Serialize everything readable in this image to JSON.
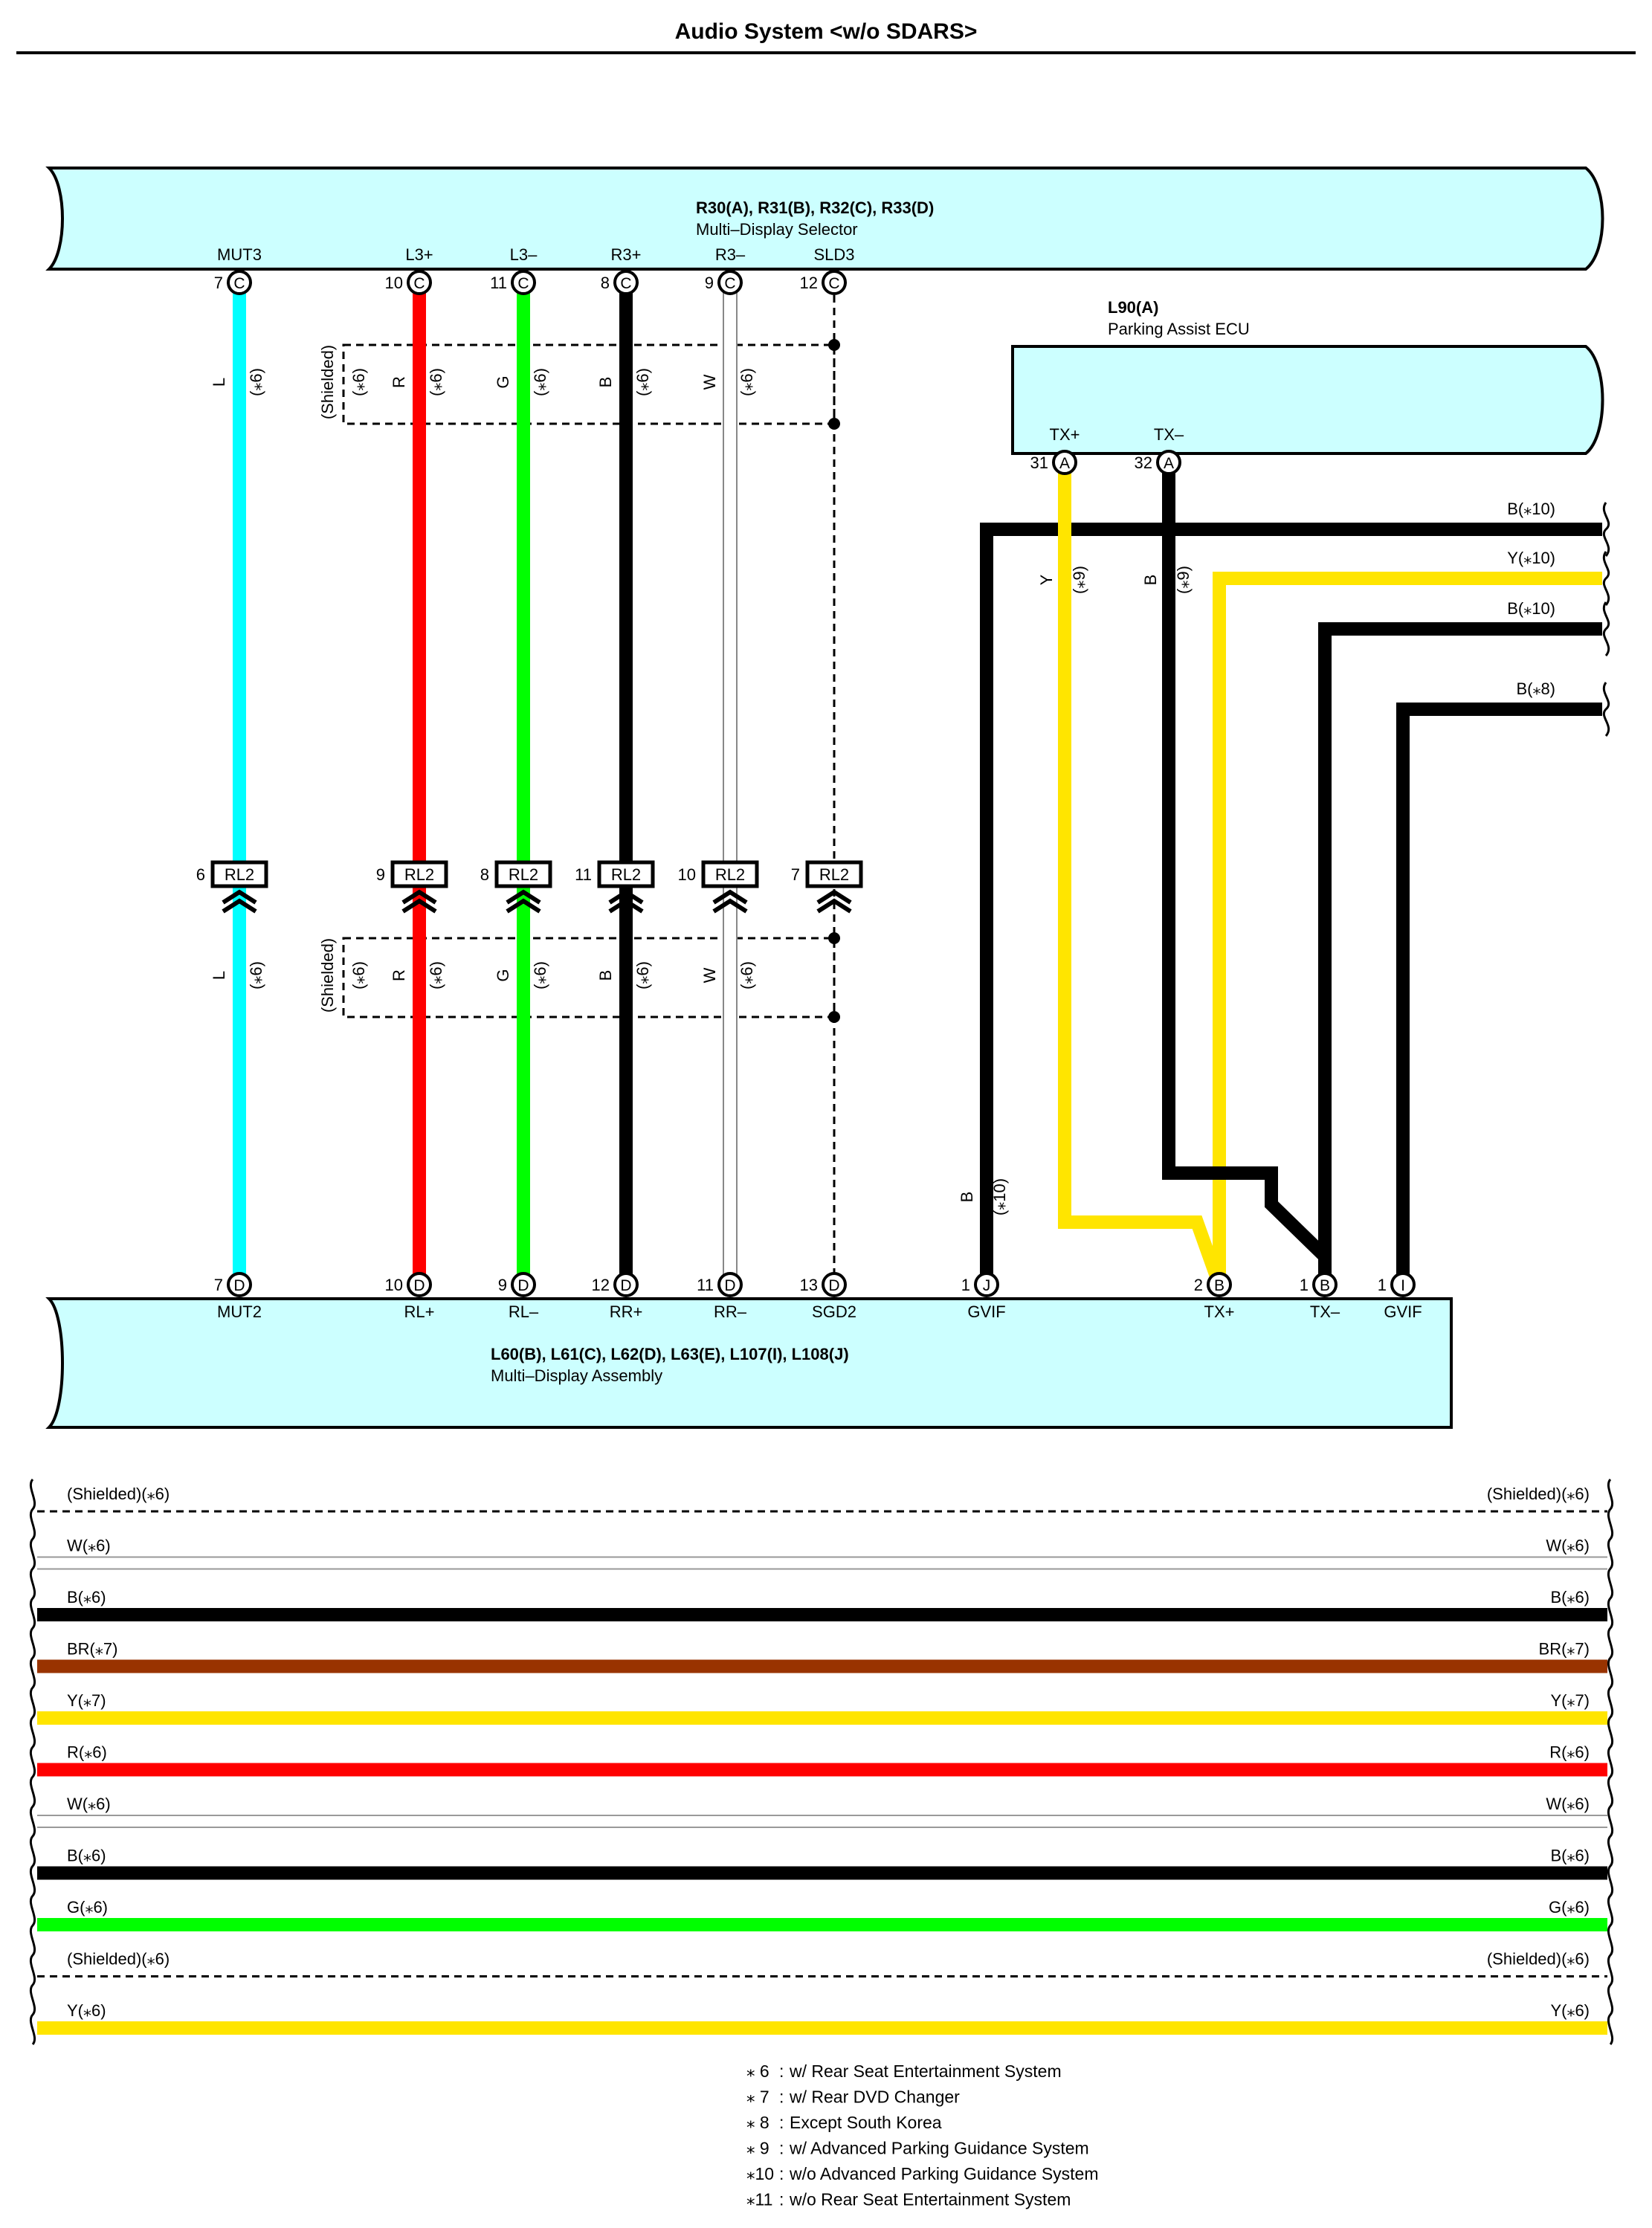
{
  "title": "Audio System <w/o SDARS>",
  "colors": {
    "component_fill": "#ccffff",
    "L": "#00ffff",
    "R": "#ff0000",
    "G": "#00ff00",
    "B": "#000000",
    "W": "#ffffff",
    "Y": "#ffe500",
    "BR": "#993300"
  },
  "selector": {
    "connectors": "R30(A), R31(B), R32(C), R33(D)",
    "name": "Multi–Display Selector",
    "pins": [
      {
        "num": "7",
        "letter": "C",
        "label": "MUT3"
      },
      {
        "num": "10",
        "letter": "C",
        "label": "L3+"
      },
      {
        "num": "11",
        "letter": "C",
        "label": "L3–"
      },
      {
        "num": "8",
        "letter": "C",
        "label": "R3+"
      },
      {
        "num": "9",
        "letter": "C",
        "label": "R3–"
      },
      {
        "num": "12",
        "letter": "C",
        "label": "SLD3"
      }
    ]
  },
  "parking_ecu": {
    "connector": "L90(A)",
    "name": "Parking Assist ECU",
    "pins": [
      {
        "num": "31",
        "letter": "A",
        "label": "TX+"
      },
      {
        "num": "32",
        "letter": "A",
        "label": "TX–"
      }
    ]
  },
  "assembly": {
    "connectors": "L60(B), L61(C), L62(D), L63(E), L107(I), L108(J)",
    "name": "Multi–Display Assembly",
    "pins": [
      {
        "num": "7",
        "letter": "D",
        "label": "MUT2"
      },
      {
        "num": "10",
        "letter": "D",
        "label": "RL+"
      },
      {
        "num": "9",
        "letter": "D",
        "label": "RL–"
      },
      {
        "num": "12",
        "letter": "D",
        "label": "RR+"
      },
      {
        "num": "11",
        "letter": "D",
        "label": "RR–"
      },
      {
        "num": "13",
        "letter": "D",
        "label": "SGD2"
      },
      {
        "num": "1",
        "letter": "J",
        "label": "GVIF"
      },
      {
        "num": "2",
        "letter": "B",
        "label": "TX+"
      },
      {
        "num": "1",
        "letter": "B",
        "label": "TX–"
      },
      {
        "num": "1",
        "letter": "I",
        "label": "GVIF"
      }
    ]
  },
  "junction": {
    "label": "RL2",
    "pins": [
      "6",
      "9",
      "8",
      "11",
      "10",
      "7"
    ]
  },
  "upper_wires": [
    {
      "color": "L",
      "note": "(⁎6)"
    },
    {
      "color": "R",
      "note": "(⁎6)"
    },
    {
      "color": "G",
      "note": "(⁎6)"
    },
    {
      "color": "B",
      "note": "(⁎6)"
    },
    {
      "color": "W",
      "note": "(⁎6)"
    }
  ],
  "shielded_label": "(Shielded)",
  "shielded_note": "(⁎6)",
  "right_wires": [
    {
      "color": "Y",
      "note": "(⁎9)"
    },
    {
      "color": "B",
      "note": "(⁎9)"
    },
    {
      "color": "B",
      "note": "(⁎10)"
    }
  ],
  "right_outputs": [
    {
      "label": "B(⁎10)"
    },
    {
      "label": "Y(⁎10)"
    },
    {
      "label": "B(⁎10)"
    },
    {
      "label": "B(⁎8)"
    }
  ],
  "continuation_wires": [
    {
      "label": "(Shielded)(⁎6)",
      "color": "shielded"
    },
    {
      "label": "W(⁎6)",
      "color": "W"
    },
    {
      "label": "B(⁎6)",
      "color": "B"
    },
    {
      "label": "BR(⁎7)",
      "color": "BR"
    },
    {
      "label": "Y(⁎7)",
      "color": "Y"
    },
    {
      "label": "R(⁎6)",
      "color": "R"
    },
    {
      "label": "W(⁎6)",
      "color": "W"
    },
    {
      "label": "B(⁎6)",
      "color": "B"
    },
    {
      "label": "G(⁎6)",
      "color": "G"
    },
    {
      "label": "(Shielded)(⁎6)",
      "color": "shielded"
    },
    {
      "label": "Y(⁎6)",
      "color": "Y"
    }
  ],
  "legend": [
    {
      "mark": "⁎ 6",
      "text": "w/ Rear Seat Entertainment System"
    },
    {
      "mark": "⁎ 7",
      "text": "w/ Rear DVD Changer"
    },
    {
      "mark": "⁎ 8",
      "text": "Except South Korea"
    },
    {
      "mark": "⁎ 9",
      "text": "w/ Advanced Parking Guidance System"
    },
    {
      "mark": "⁎10",
      "text": "w/o Advanced Parking Guidance System"
    },
    {
      "mark": "⁎11",
      "text": "w/o Rear Seat Entertainment System"
    }
  ]
}
